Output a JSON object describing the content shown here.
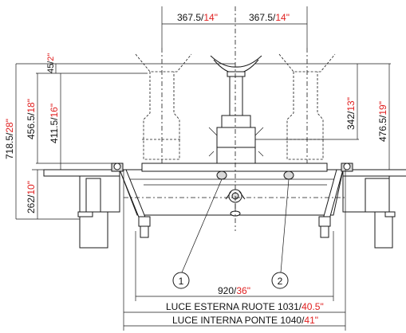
{
  "dimensions": {
    "top_left": {
      "value": "367.5",
      "sep": "/",
      "inch": "14\""
    },
    "top_right": {
      "value": "367.5",
      "sep": "/",
      "inch": "14\""
    },
    "small_45": {
      "value": "45",
      "sep": "/",
      "inch": "2\""
    },
    "h_718": {
      "value": "718.5",
      "sep": "/",
      "inch": "28\""
    },
    "h_456": {
      "value": "456.5",
      "sep": "/",
      "inch": "18\""
    },
    "h_411": {
      "value": "411.5",
      "sep": "/",
      "inch": "16\""
    },
    "h_262": {
      "value": "262",
      "sep": "/",
      "inch": "10\""
    },
    "h_342": {
      "value": "342",
      "sep": "/",
      "inch": "13\""
    },
    "h_476": {
      "value": "476.5",
      "sep": "/",
      "inch": "19\""
    },
    "w_920": {
      "value": "920",
      "sep": "/",
      "inch": "36\""
    },
    "luce_esterna": {
      "label": "LUCE ESTERNA RUOTE",
      "value": "1031",
      "sep": "/",
      "inch": "40.5\""
    },
    "luce_interna": {
      "label": "LUCE INTERNA PONTE",
      "value": "1040",
      "sep": "/",
      "inch": "41\""
    }
  },
  "callouts": [
    "1",
    "2"
  ],
  "colors": {
    "metric": "#111111",
    "imperial": "#e02020"
  }
}
